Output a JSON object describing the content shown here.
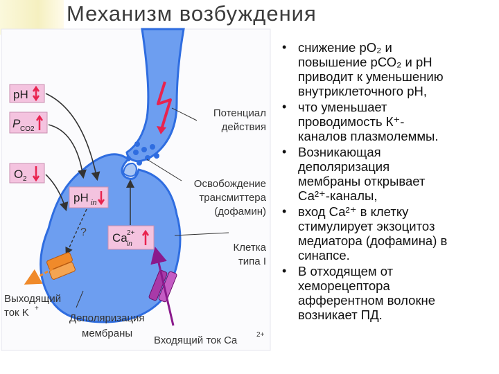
{
  "title": "Механизм возбуждения",
  "diagram": {
    "ph_label": "pH",
    "pco2_label": "P",
    "pco2_sub": "CO2",
    "o2_label": "O",
    "o2_sub": "2",
    "phin_label": "pH",
    "phin_sub": "in",
    "cain_label": "Ca",
    "cain_sub": "in",
    "cain_sup": "2+",
    "question": "?",
    "action_potential": [
      "Потенциал",
      "действия"
    ],
    "transmitter_release": [
      "Освобождение",
      "трансмиттера",
      "(дофамин)"
    ],
    "cell_type": [
      "Клетка",
      "типа I"
    ],
    "outward_k": [
      "Выходящий",
      "ток K"
    ],
    "outward_k_sup": "+",
    "depolarization": [
      "Деполяризация",
      "мембраны"
    ],
    "inward_ca": "Входящий ток Ca",
    "inward_ca_sup": "2+",
    "colors": {
      "cell": "#6d9ef0",
      "cell_border": "#2f6de0",
      "label_box": "#f4c3df",
      "arrow_up_down": "#e8234f",
      "channel": "#f08a2a",
      "ca_arrow": "#8a1a8c"
    }
  },
  "bullets": [
    {
      "parts": [
        {
          "t": "снижение рО"
        },
        {
          "sub": "2"
        },
        {
          "t": " и повышение рСО"
        },
        {
          "sub": "2"
        },
        {
          "t": " и рН приводит к уменьшению внутриклеточного рН,"
        }
      ]
    },
    {
      "parts": [
        {
          "t": "что уменьшает проводимость К"
        },
        {
          "sup": "+"
        },
        {
          "t": "-каналов плазмолеммы."
        }
      ]
    },
    {
      "parts": [
        {
          "t": "Возникающая деполяризация мембраны открывает Са"
        },
        {
          "sup": "2+"
        },
        {
          "t": "-каналы,"
        }
      ]
    },
    {
      "parts": [
        {
          "t": "вход Са"
        },
        {
          "sup": "2+"
        },
        {
          "t": " в клетку стимулирует экзоцитоз медиатора (дофамина) в синапсе."
        }
      ]
    },
    {
      "parts": [
        {
          "t": "В отходящем от хеморецептора афферентном волокне возникает ПД."
        }
      ]
    }
  ],
  "bullet_lines": [
    [
      "снижение рО₂ и",
      "повышение рСО₂ и рН",
      "приводит к уменьшению",
      "внутриклеточного рН,"
    ],
    [
      "что уменьшает",
      "проводимость К⁺-",
      "каналов плазмолеммы."
    ],
    [
      "Возникающая",
      "деполяризация",
      "мембраны открывает",
      "Са²⁺-каналы,"
    ],
    [
      "вход Са²⁺ в клетку",
      "стимулирует экзоцитоз",
      "медиатора (дофамина) в",
      "синапсе."
    ],
    [
      "В отходящем от",
      "хеморецептора",
      "афферентном волокне",
      "возникает ПД."
    ]
  ]
}
